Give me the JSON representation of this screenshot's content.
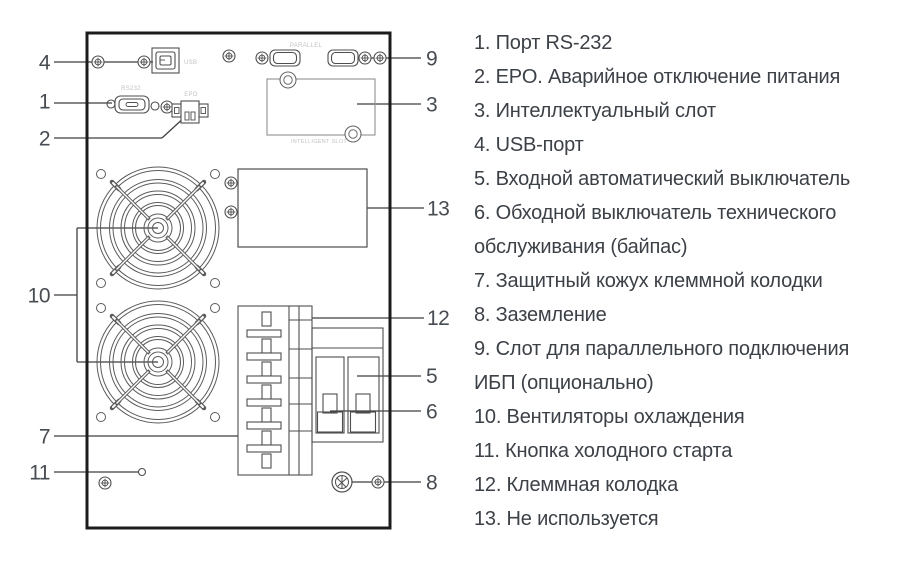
{
  "diagram": {
    "port_labels": {
      "usb": "USB",
      "rs232": "RS232",
      "epo": "EPO",
      "parallel": "PARALLEL",
      "intelligent_slot": "INTELLIGENT SLOT"
    },
    "callouts": {
      "usb_port": "4",
      "rs232_port": "1",
      "epo": "2",
      "fans": "10",
      "terminal_cover": "7",
      "cold_start": "11",
      "parallel_slot": "9",
      "intelligent_slot": "3",
      "unused": "13",
      "terminal_block": "12",
      "input_breaker": "5",
      "bypass_breaker": "6",
      "ground": "8"
    }
  },
  "legend": {
    "lines": [
      "1. Порт RS-232",
      "2. EPO. Аварийное отключение питания",
      "3. Интеллектуальный слот",
      "4. USB-порт",
      "5. Входной автоматический выключатель",
      "6. Обходной выключатель технического",
      "обслуживания (байпас)",
      "7. Защитный кожух клеммной колодки",
      "8. Заземление",
      "9. Слот для параллельного подключения",
      "ИБП (опционально)",
      "10. Вентиляторы охлаждения",
      "11. Кнопка холодного старта",
      "12. Клеммная колодка",
      "13. Не используется"
    ]
  }
}
